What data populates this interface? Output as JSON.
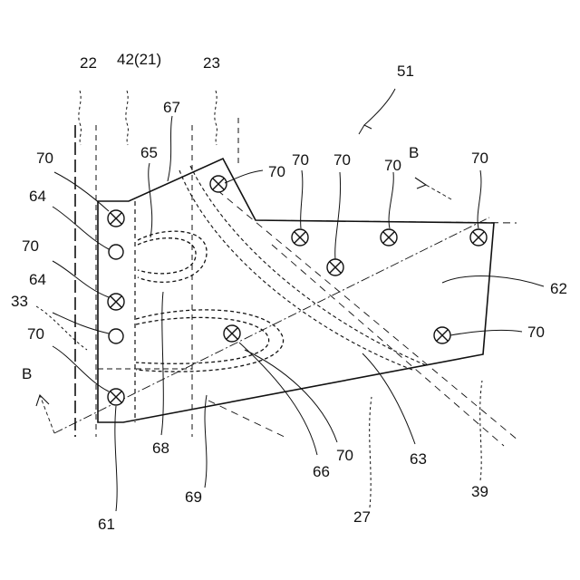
{
  "labels": {
    "l22": "22",
    "l42": "42(21)",
    "l23": "23",
    "l51": "51",
    "l67": "67",
    "l65": "65",
    "l64a": "64",
    "l64b": "64",
    "l33": "33",
    "lB_left": "B",
    "lB_right": "B",
    "l70": "70",
    "l62": "62",
    "l63": "63",
    "l68": "68",
    "l69": "69",
    "l66": "66",
    "l61": "61",
    "l27": "27",
    "l39": "39"
  }
}
